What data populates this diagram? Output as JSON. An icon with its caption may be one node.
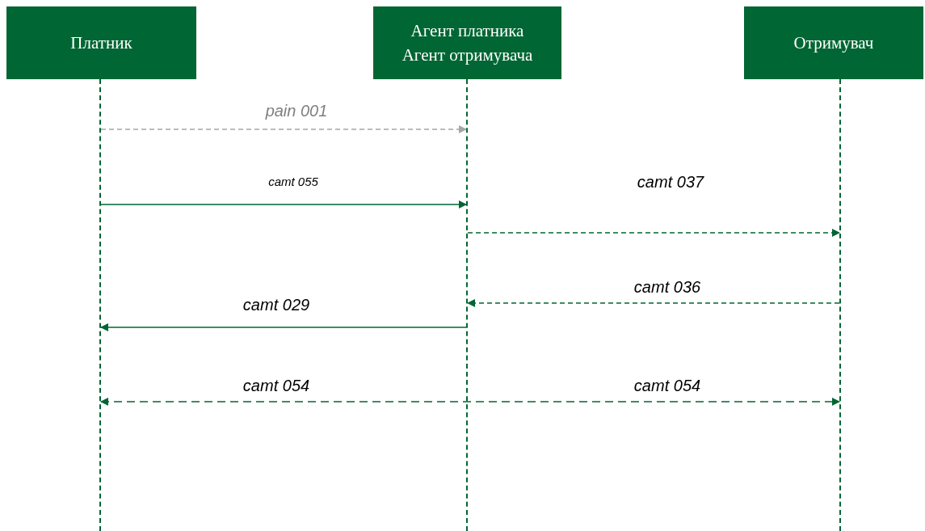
{
  "diagram": {
    "nodes": [
      {
        "text": [
          "Платник"
        ]
      },
      {
        "text": [
          "Агент платника Агент отримувача"
        ]
      },
      {
        "text": [
          "Отримувач"
        ]
      },
      {
        "text": [],
        "shape": "line"
      },
      {
        "text": [],
        "shape": "line"
      },
      {
        "text": [],
        "shape": "line"
      }
    ],
    "edges": [
      {
        "from": 3,
        "to": 4,
        "arrow": "to",
        "label": "pain 001",
        "style": "dashed",
        "color": "#a6a6a6"
      },
      {
        "from": 3,
        "to": 4,
        "arrow": "to",
        "label": "camt 055"
      },
      {
        "from": 4,
        "to": 5,
        "arrow": "to",
        "label": "camt 037",
        "style": "dashed"
      },
      {
        "from": 5,
        "to": 4,
        "arrow": "to",
        "label": "camt 036",
        "style": "dashed"
      },
      {
        "from": 4,
        "to": 3,
        "arrow": "to",
        "label": "camt 029"
      },
      {
        "from": 3,
        "to": 5,
        "arrow": "both",
        "label": "camt 054",
        "style": "dashed"
      }
    ],
    "labels": [
      "camt 054"
    ]
  }
}
